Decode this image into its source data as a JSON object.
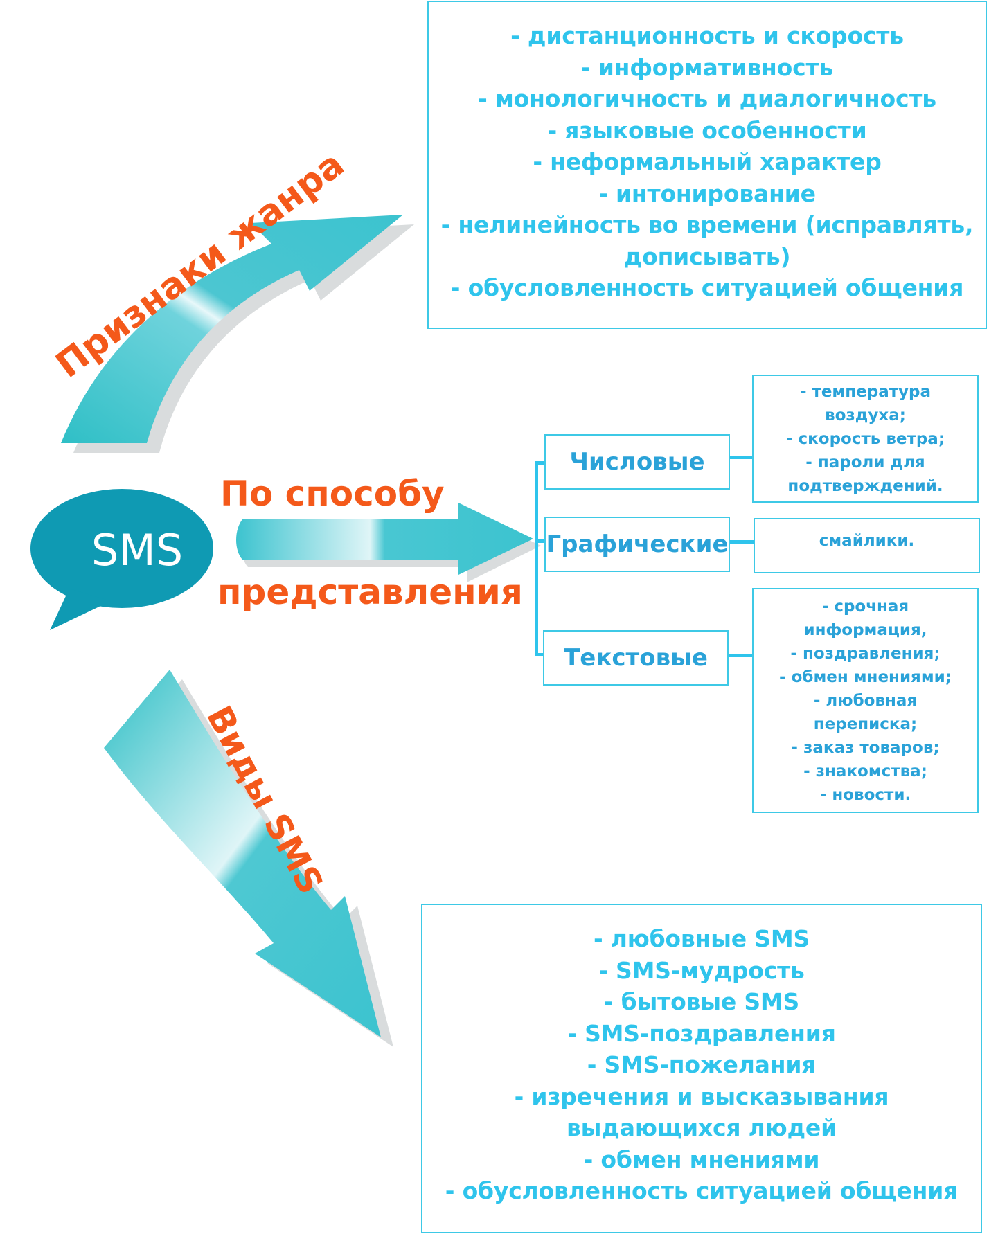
{
  "sms_bubble": {
    "label": "SMS"
  },
  "genre_signs": {
    "heading": "Признаки жанра",
    "items": [
      "- дистанционность и скорость",
      "- информативность",
      "- монологичность и диалогичность",
      "- языковые особенности",
      "- неформальный характер",
      "- интонирование",
      "- нелинейность во времени (исправлять,",
      "дописывать)",
      "- обусловленность ситуацией общения"
    ]
  },
  "representation": {
    "heading_line1": "По способу",
    "heading_line2": "представления",
    "categories": [
      {
        "label": "Числовые",
        "details": [
          "- температура",
          "воздуха;",
          "- скорость ветра;",
          "- пароли для",
          "подтверждений."
        ]
      },
      {
        "label": "Графические",
        "details": [
          "смайлики."
        ]
      },
      {
        "label": "Текстовые",
        "details": [
          "- срочная",
          "информация,",
          "- поздравления;",
          "- обмен мнениями;",
          "- любовная",
          "переписка;",
          "- заказ товаров;",
          "- знакомства;",
          "- новости."
        ]
      }
    ]
  },
  "sms_types": {
    "heading": "Виды  SMS",
    "items": [
      "- любовные SMS",
      "- SMS-мудрость",
      "- бытовые SMS",
      "- SMS-поздравления",
      "- SMS-пожелания",
      "- изречения и высказывания",
      "выдающихся людей",
      "- обмен мнениями",
      "- обусловленность ситуацией общения"
    ]
  },
  "colors": {
    "accent": "#f4591a",
    "teal": "#3cc3cf",
    "text_blue": "#2fc4ec",
    "bubble": "#0f9ab3"
  }
}
